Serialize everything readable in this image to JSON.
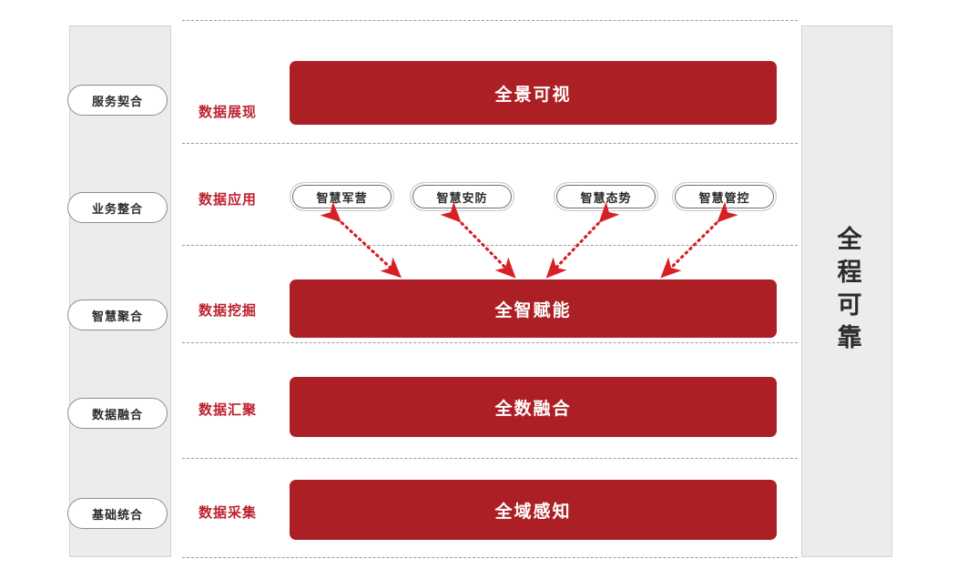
{
  "colors": {
    "red_bar": "#ac2025",
    "label_red": "#bd2130",
    "rail_bg": "#ececec",
    "divider": "#9b9b9b",
    "arrow_red": "#d81f26"
  },
  "left_rail": {
    "name": "capability-rail",
    "items": [
      {
        "label": "服务契合"
      },
      {
        "label": "业务整合"
      },
      {
        "label": "智慧聚合"
      },
      {
        "label": "数据融合"
      },
      {
        "label": "基础统合"
      }
    ]
  },
  "right_rail": {
    "name": "reliability-rail",
    "label": "全程可靠"
  },
  "rows": [
    {
      "key": "presentation",
      "row_label": "数据展现",
      "type": "bar",
      "bar_label": "全景可视"
    },
    {
      "key": "application",
      "row_label": "数据应用",
      "type": "pills",
      "pills": [
        {
          "label": "智慧军营"
        },
        {
          "label": "智慧安防"
        },
        {
          "label": "智慧态势"
        },
        {
          "label": "智慧管控"
        }
      ]
    },
    {
      "key": "mining",
      "row_label": "数据挖掘",
      "type": "bar",
      "bar_label": "全智赋能"
    },
    {
      "key": "aggregation",
      "row_label": "数据汇聚",
      "type": "bar",
      "bar_label": "全数融合"
    },
    {
      "key": "collection",
      "row_label": "数据采集",
      "type": "bar",
      "bar_label": "全域感知"
    }
  ],
  "connectors": {
    "style": "dotted-double-arrow",
    "color": "#d81f26",
    "count": 4,
    "description": "数据挖掘层与数据应用层之间的双向虚线箭头"
  }
}
